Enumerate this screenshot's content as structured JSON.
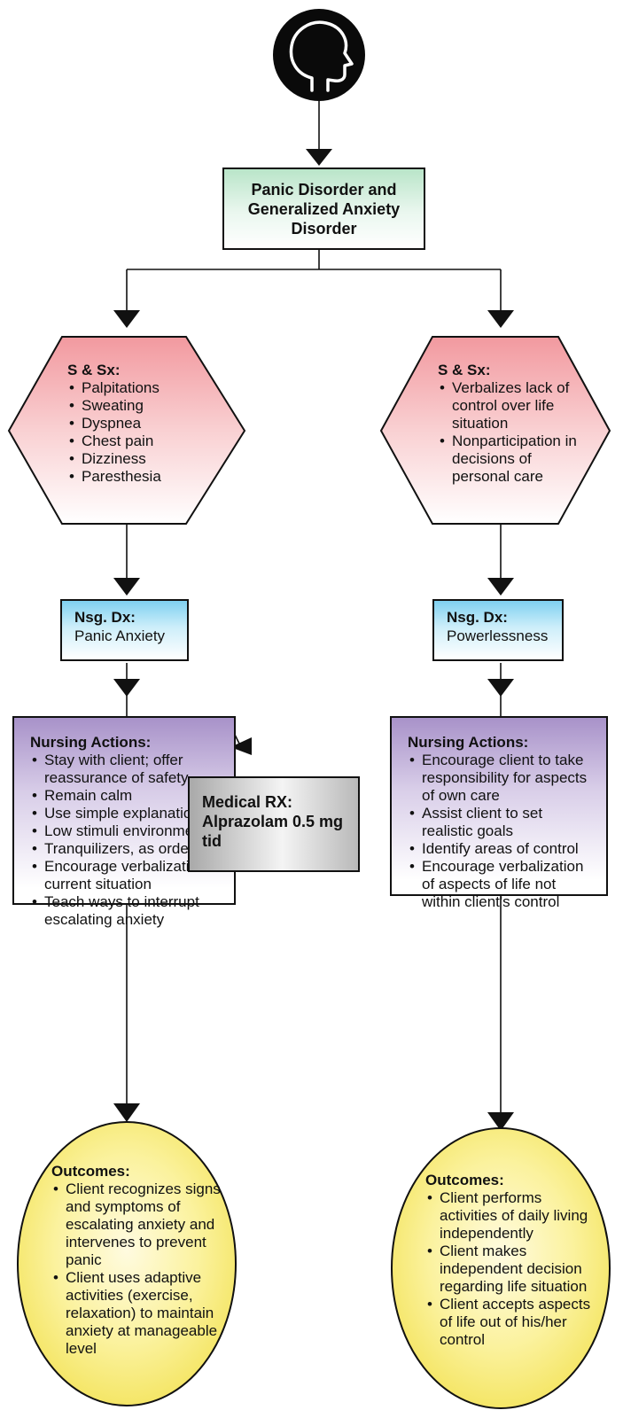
{
  "title": "Panic Disorder and Generalized Anxiety Disorder",
  "head_icon": "head-profile-icon",
  "colors": {
    "title_fill": "#b9e5c9",
    "signs_fill": "#f2999f",
    "dx_fill": "#7fd0f0",
    "actions_fill": "#a892c9",
    "rx_fill": "#a9a9a9",
    "outcomes_fill": "#f7ea6e"
  },
  "left": {
    "signs": {
      "heading": "S & Sx:",
      "items": [
        "Palpitations",
        "Sweating",
        "Dyspnea",
        "Chest pain",
        "Dizziness",
        "Paresthesia"
      ]
    },
    "diagnosis": {
      "heading": "Nsg. Dx:",
      "text": "Panic Anxiety"
    },
    "actions": {
      "heading": "Nursing Actions:",
      "items": [
        "Stay with client; offer reassurance of safety",
        "Remain calm",
        "Use simple explanations",
        "Low stimuli environment",
        "Tranquilizers, as ordered",
        "Encourage verbalization of current situation",
        "Teach ways to interrupt escalating anxiety"
      ]
    },
    "medical_rx": {
      "heading": "Medical RX:",
      "text": "Alprazolam 0.5 mg tid"
    },
    "outcomes": {
      "heading": "Outcomes:",
      "items": [
        "Client recognizes signs and symptoms of escalating anxiety and intervenes to prevent panic",
        "Client uses adaptive activities (exercise, relaxation) to maintain anxiety at manageable level"
      ]
    }
  },
  "right": {
    "signs": {
      "heading": "S & Sx:",
      "items": [
        "Verbalizes lack of control over life situation",
        "Nonparticipation in decisions of personal care"
      ]
    },
    "diagnosis": {
      "heading": "Nsg. Dx:",
      "text": "Powerlessness"
    },
    "actions": {
      "heading": "Nursing Actions:",
      "items": [
        "Encourage client to take responsibility for aspects of own care",
        "Assist client to set realistic goals",
        "Identify areas of control",
        "Encourage verbalization of aspects of life not within client's control"
      ]
    },
    "outcomes": {
      "heading": "Outcomes:",
      "items": [
        "Client performs activities of daily living independently",
        "Client makes independent decision regarding life situation",
        "Client accepts aspects of life out of his/her control"
      ]
    }
  }
}
